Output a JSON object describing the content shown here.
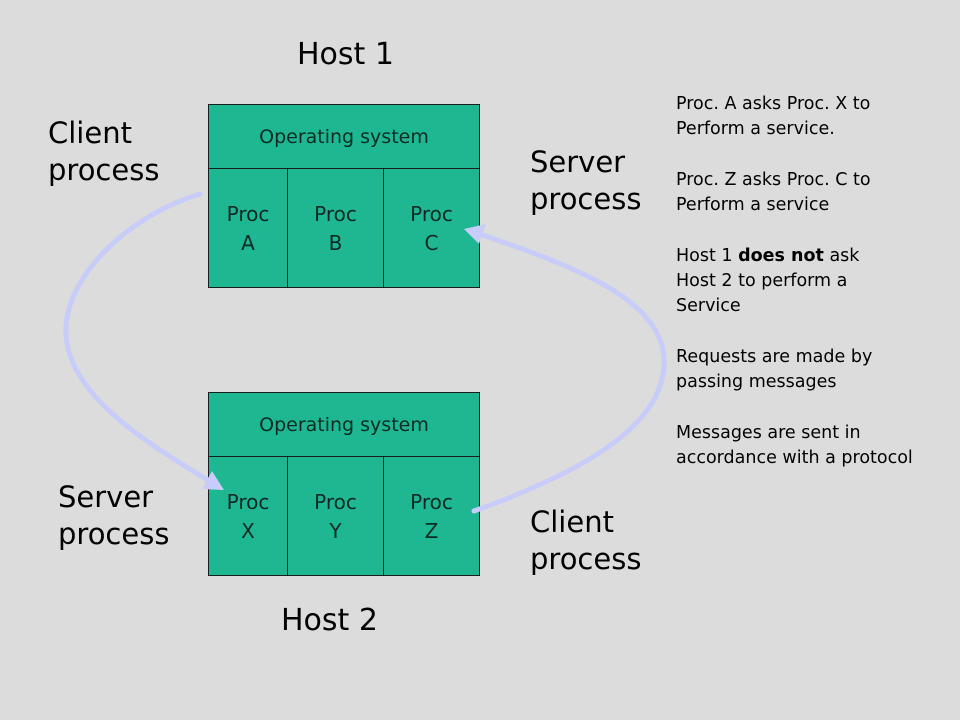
{
  "host1": {
    "title": "Host 1",
    "os_label": "Operating system",
    "procs": [
      {
        "line1": "Proc",
        "line2": "A"
      },
      {
        "line1": "Proc",
        "line2": "B"
      },
      {
        "line1": "Proc",
        "line2": "C"
      }
    ]
  },
  "host2": {
    "title": "Host 2",
    "os_label": "Operating system",
    "procs": [
      {
        "line1": "Proc",
        "line2": "X"
      },
      {
        "line1": "Proc",
        "line2": "Y"
      },
      {
        "line1": "Proc",
        "line2": "Z"
      }
    ]
  },
  "labels": {
    "host1_left": "Client\nprocess",
    "host1_right": "Server\nprocess",
    "host2_left": "Server\nprocess",
    "host2_right": "Client\nprocess"
  },
  "notes": [
    {
      "lines": [
        "Proc. A asks Proc. X to",
        "Perform a service."
      ]
    },
    {
      "lines": [
        "Proc. Z asks Proc. C to",
        "Perform a service"
      ]
    },
    {
      "prefix": "Host 1 ",
      "bold": "does not",
      "suffix": " ask",
      "lines": [
        "Host 2 to perform a",
        "Service"
      ]
    },
    {
      "lines": [
        "Requests are made by",
        "passing messages"
      ]
    },
    {
      "lines": [
        "Messages are sent in",
        "accordance with a protocol"
      ]
    }
  ],
  "colors": {
    "background": "#dcdcdc",
    "box_fill": "#1fb791",
    "arrow": "#c8ccf8"
  },
  "icons": {
    "arrow_a_to_x": "curved-arrow",
    "arrow_z_to_c": "curved-arrow"
  }
}
